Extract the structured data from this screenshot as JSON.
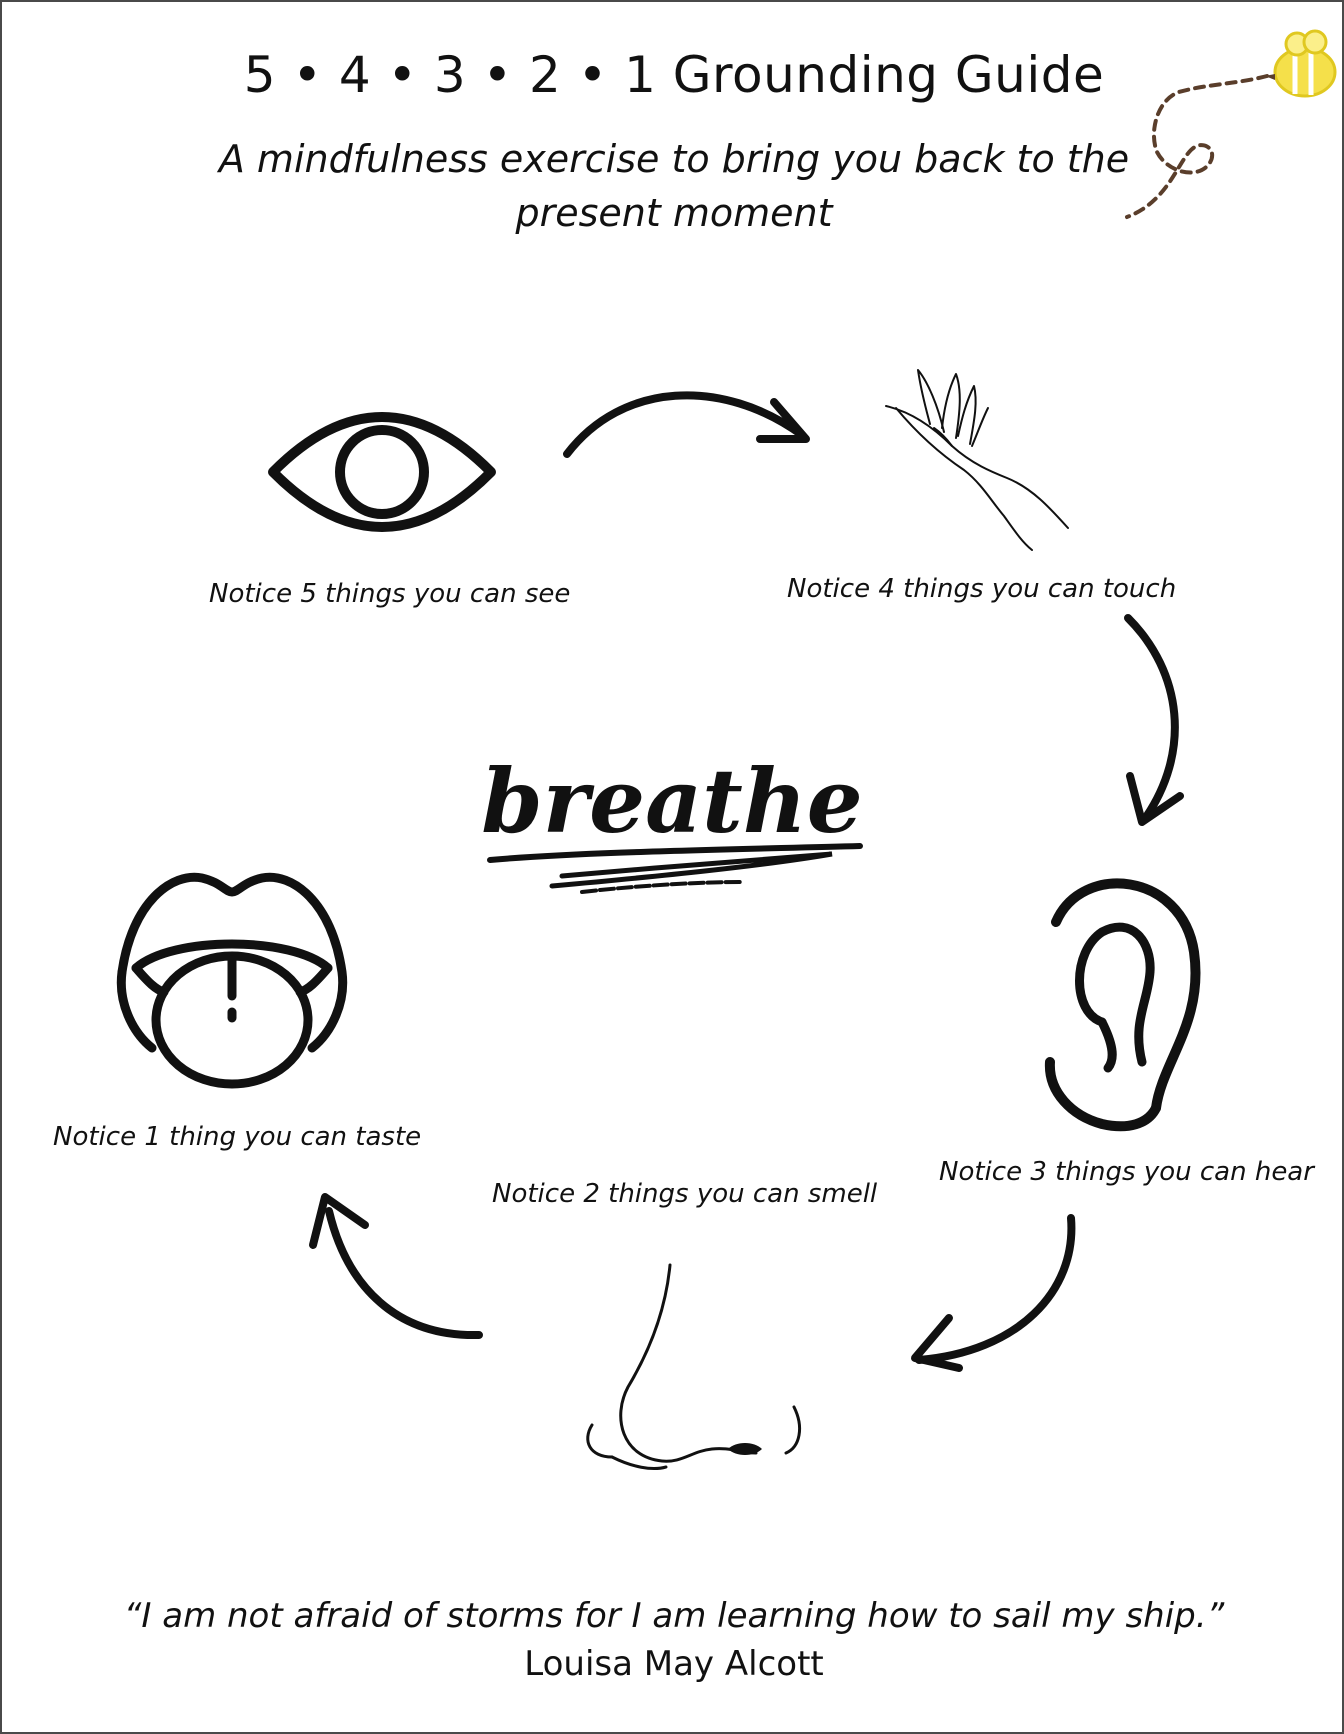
{
  "title": "5 • 4 • 3 • 2 • 1 Grounding Guide",
  "subtitle": "A mindfulness exercise to bring you back to the present moment",
  "center_word": "breathe",
  "steps": [
    {
      "label": "Notice 5 things you can see",
      "icon": "eye-icon"
    },
    {
      "label": "Notice 4 things you can touch",
      "icon": "hand-icon"
    },
    {
      "label": "Notice 3 things you can hear",
      "icon": "ear-icon"
    },
    {
      "label": "Notice 2 things you can smell",
      "icon": "nose-icon"
    },
    {
      "label": "Notice 1 thing you can taste",
      "icon": "mouth-icon"
    }
  ],
  "quote": {
    "text": "“I am not afraid of storms for I am learning how to sail my ship.”",
    "author": "Louisa May Alcott"
  },
  "colors": {
    "ink": "#111111",
    "bee_yellow": "#f5e04a",
    "bee_trail": "#5a3e2b",
    "border": "#4a4a4a"
  }
}
